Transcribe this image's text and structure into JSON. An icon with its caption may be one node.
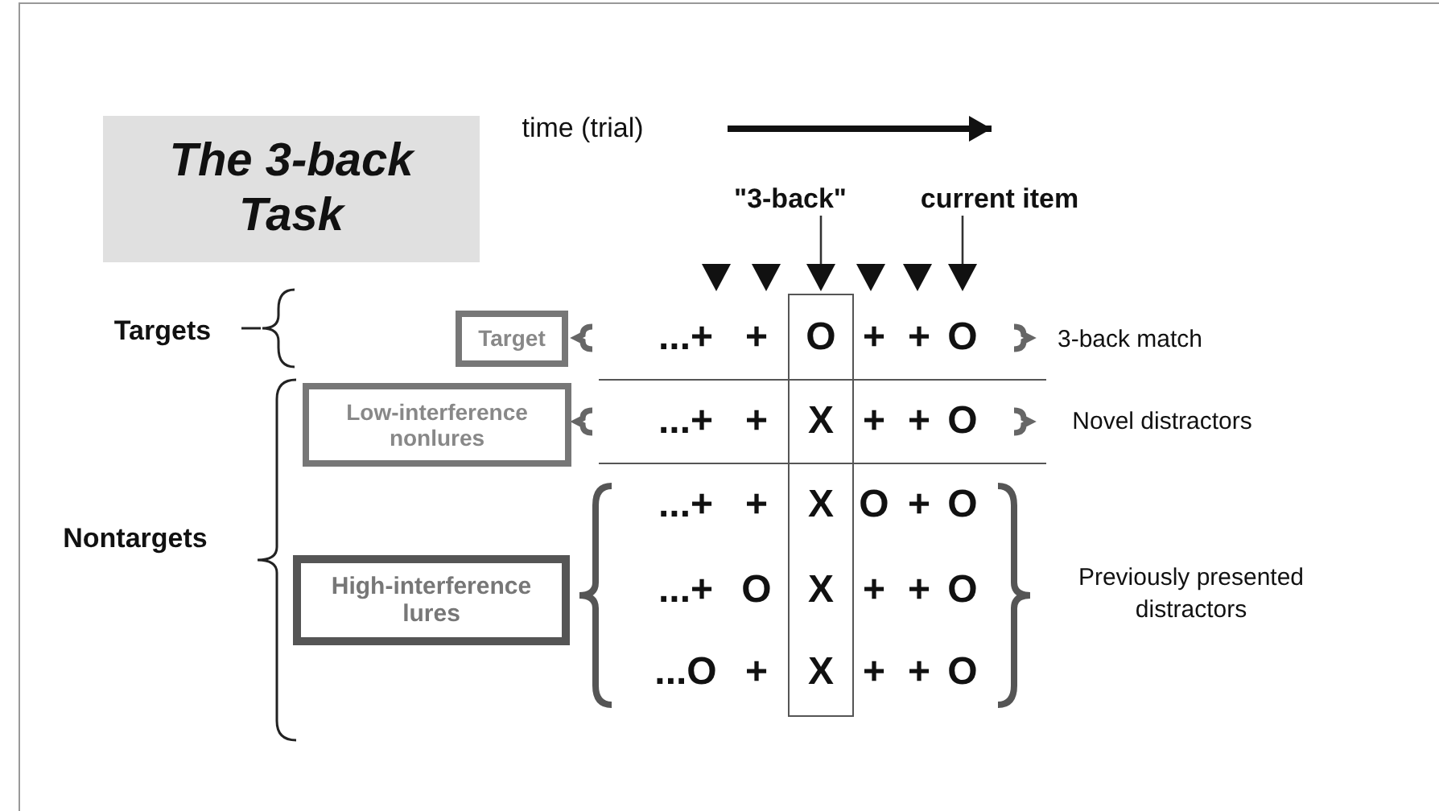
{
  "diagram": {
    "title": "The 3-back Task",
    "nodes": [
      {
        "text": [
          "\"3-back\""
        ]
      },
      {
        "text": [
          "current item"
        ]
      },
      {
        "text": [
          "Target"
        ]
      },
      {
        "text": [
          "Low-interference nonlures"
        ]
      },
      {
        "text": [
          "High-interference lures"
        ]
      },
      {
        "text": [],
        "shape": "triangle"
      },
      {
        "text": [],
        "shape": "triangle"
      },
      {
        "text": [],
        "shape": "triangle"
      },
      {
        "text": [],
        "shape": "triangle"
      },
      {
        "text": [],
        "shape": "triangle"
      },
      {
        "text": [],
        "shape": "triangle"
      }
    ],
    "edges": [
      {
        "from": 0,
        "to": 7,
        "arrow": "none"
      },
      {
        "from": 1,
        "to": 10,
        "arrow": "none"
      }
    ],
    "labels": [
      "time (trial)",
      "Targets",
      "...+",
      "+",
      "O",
      "+",
      "+",
      "O",
      "3-back match",
      "...+",
      "+",
      "X",
      "+",
      "+",
      "O",
      "Novel distractors",
      "...+",
      "+",
      "X",
      "O",
      "+",
      "O",
      "Nontargets",
      "...+",
      "O",
      "X",
      "+",
      "+",
      "O",
      "Previously presented distractors",
      "...O",
      "+",
      "X",
      "+",
      "+",
      "O"
    ]
  }
}
